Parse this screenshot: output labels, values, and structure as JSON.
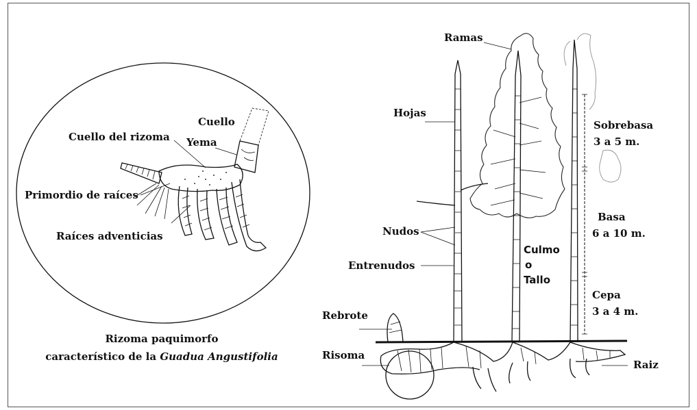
{
  "left_panel": {
    "labels": {
      "cuello": "Cuello",
      "yema": "Yema",
      "cuello_rizoma": "Cuello del rizoma",
      "primordio": "Primordio de raíces",
      "raices": "Raíces adventicias"
    },
    "caption_line1": "Rizoma paquimorfo",
    "caption_line2_prefix": "característico de la ",
    "caption_line2_genus": "Guadua",
    "caption_line2_species": "Angustifolia"
  },
  "right_panel": {
    "labels": {
      "ramas": "Ramas",
      "hojas": "Hojas",
      "nudos": "Nudos",
      "entrenudos": "Entrenudos",
      "rebrote": "Rebrote",
      "risoma": "Risoma",
      "culmo": "Culmo",
      "o": "o",
      "tallo": "Tallo",
      "raiz": "Raiz"
    },
    "sections": {
      "sobrebasa": "Sobrebasa",
      "sobrebasa_size": "3 a 5 m.",
      "basa": "Basa",
      "basa_size": "6 a 10 m.",
      "cepa": "Cepa",
      "cepa_size": "3 a 4 m."
    }
  }
}
